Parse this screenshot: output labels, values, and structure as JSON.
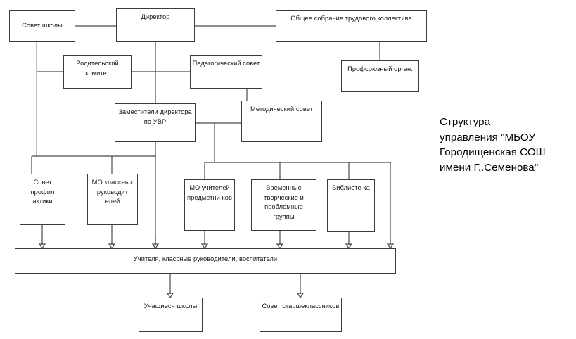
{
  "diagram": {
    "type": "org-chart",
    "title": "Структура\nуправления \"МБОУ\nГородищенская СОШ\nимени Г..Семенова\"",
    "nodes": [
      {
        "id": "sovet-shkoly",
        "label": "Совет школы"
      },
      {
        "id": "direktor",
        "label": "Директор"
      },
      {
        "id": "obshchee-sobranie",
        "label": "Общее собрание трудового коллектива"
      },
      {
        "id": "roditelskiy-komitet",
        "label": "Родительский комитет"
      },
      {
        "id": "pedagogicheskiy-sovet",
        "label": "Педагогический совет"
      },
      {
        "id": "profsoyuznyy-organ",
        "label": "Профсоюзный орган."
      },
      {
        "id": "zamestiteli",
        "label": "Заместители директора по УВР"
      },
      {
        "id": "metodicheskiy-sovet",
        "label": "Методический совет"
      },
      {
        "id": "sovet-profilaktiki",
        "label": "Совет профил актики"
      },
      {
        "id": "mo-klassnyh",
        "label": "МО классных руководит елей"
      },
      {
        "id": "mo-uchiteley",
        "label": "МО учителей предметни ков"
      },
      {
        "id": "vremennye-gruppy",
        "label": "Временные творческие и проблемные группы"
      },
      {
        "id": "biblioteka",
        "label": "Библиоте ка"
      },
      {
        "id": "uchitelya",
        "label": "Учителя, классные руководители, воспитатели"
      },
      {
        "id": "uchashchiesya",
        "label": "Учащиеся школы"
      },
      {
        "id": "sovet-starsheklassnikov",
        "label": "Совет старшеклассников"
      }
    ]
  }
}
